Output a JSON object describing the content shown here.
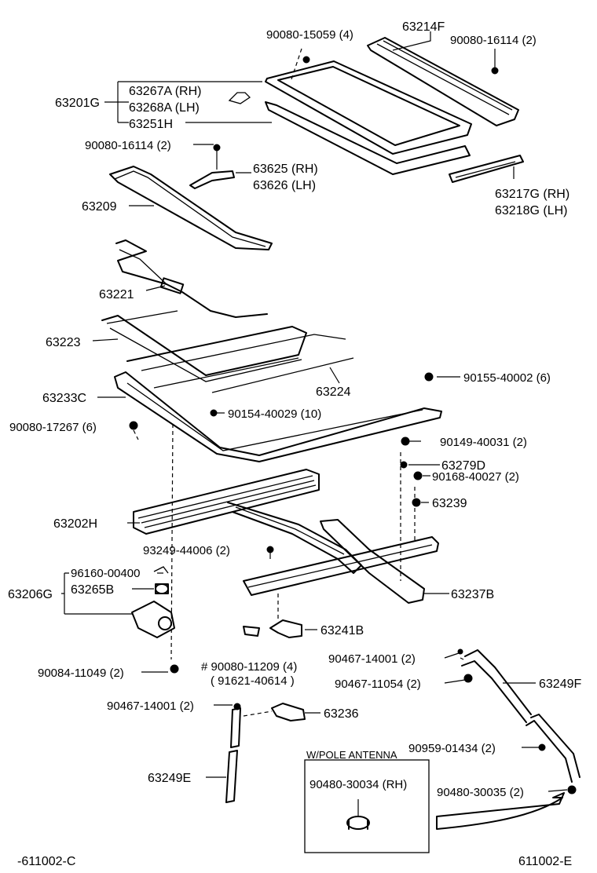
{
  "labels": {
    "p90080_15059": "90080-15059 (4)",
    "p63214F": "63214F",
    "p90080_16114_a": "90080-16114 (2)",
    "p63201G": "63201G",
    "p63267A": "63267A (RH)",
    "p63268A": "63268A (LH)",
    "p63251H": "63251H",
    "p90080_16114_b": "90080-16114 (2)",
    "p63625": "63625 (RH)",
    "p63626": "63626 (LH)",
    "p63217G": "63217G (RH)",
    "p63218G": "63218G (LH)",
    "p63209": "63209",
    "p63221": "63221",
    "p63223": "63223",
    "p63224": "63224",
    "p90155_40002": "90155-40002 (6)",
    "p63233C": "63233C",
    "p90154_40029": "90154-40029 (10)",
    "p90080_17267": "90080-17267 (6)",
    "p90149_40031": "90149-40031 (2)",
    "p63279D": "63279D",
    "p90168_40027": "90168-40027 (2)",
    "p63239": "63239",
    "p63202H": "63202H",
    "p93249_44006": "93249-44006 (2)",
    "p96160_00400": "96160-00400",
    "p63206G": "63206G",
    "p63265B": "63265B",
    "p63237B": "63237B",
    "p63241B": "63241B",
    "p90084_11049": "90084-11049 (2)",
    "p90080_11209": "# 90080-11209 (4)",
    "p91621_40614": "( 91621-40614 )",
    "p90467_14001_a": "90467-14001 (2)",
    "p90467_11054": "90467-11054 (2)",
    "p63249F": "63249F",
    "p90467_14001_b": "90467-14001 (2)",
    "p63236": "63236",
    "p90959_01434": "90959-01434 (2)",
    "p63249E": "63249E",
    "inset_title": "W/POLE ANTENNA",
    "p90480_30034": "90480-30034 (RH)",
    "p90480_30035": "90480-30035 (2)",
    "code_left": "-611002-C",
    "code_right": "611002-E"
  }
}
